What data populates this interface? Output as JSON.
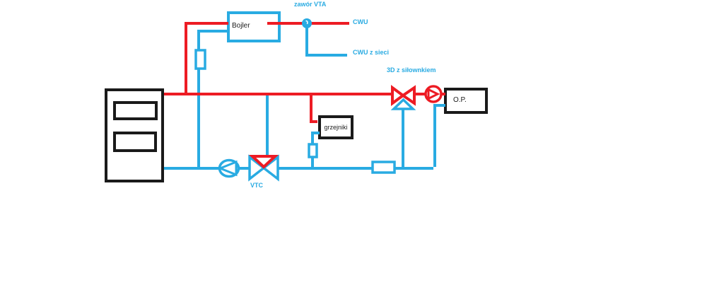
{
  "diagram": {
    "labels": {
      "zawor_vta": "zawór VTA",
      "cwu": "CWU",
      "cwu_z_sieci": "CWU z sieci",
      "three_d": "3D z siłownkiem",
      "vtc": "VTC",
      "bojler": "Bojler",
      "grzejniki": "grzejniki",
      "op": "O.P."
    },
    "colors": {
      "hot_line": "#ed1c24",
      "cold_line": "#29abe2",
      "box_outline": "#1a1a1a",
      "background": "#ffffff"
    }
  }
}
